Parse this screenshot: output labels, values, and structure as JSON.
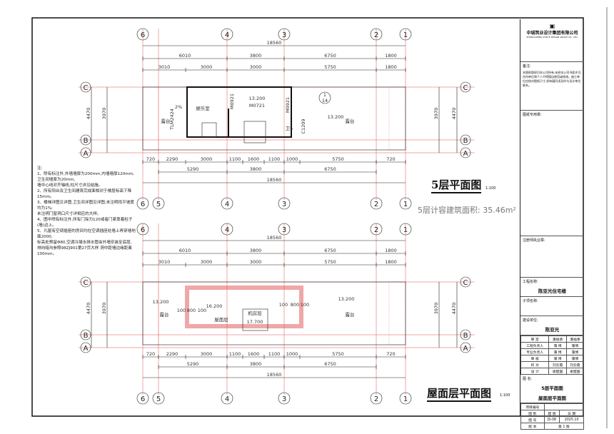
{
  "axes_vertical": [
    "6",
    "5",
    "4",
    "3",
    "2",
    "1"
  ],
  "axes_horizontal": [
    "C",
    "B",
    "A"
  ],
  "dims": {
    "total": "18560",
    "top_row1": [
      "6010",
      "3800",
      "6750",
      "1800"
    ],
    "top_row2": [
      "3010",
      "3000",
      "3000",
      "5750",
      "1800"
    ],
    "bottom_row1": [
      "720",
      "2290",
      "3000",
      "1100",
      "1600",
      "1100",
      "1000",
      "5750",
      "720"
    ],
    "bottom_row2": [
      "5290",
      "3800",
      "6750"
    ],
    "left": [
      "4470",
      "3970",
      "100",
      "100",
      "100",
      "100",
      "720",
      "100"
    ]
  },
  "plan5": {
    "title": "5层平面图",
    "scale": "1:100",
    "area": "5层计容建筑面积: 35.46m²",
    "rooms": [
      "娱乐室",
      "露台",
      "露台",
      "卫5"
    ],
    "elevations": [
      "13.200",
      "13.200"
    ],
    "doors": [
      "M0921",
      "M0721",
      "M0921",
      "C1209",
      "TLM2424"
    ],
    "slope": "2%",
    "index": [
      "1",
      "14"
    ]
  },
  "planroof": {
    "title": "屋面层平面图",
    "scale": "1:100",
    "rooms": [
      "露台",
      "屋面层",
      "机房层",
      "露台"
    ],
    "elevations": [
      "13.200",
      "16.200",
      "17.700",
      "13.200"
    ],
    "dims": [
      "100",
      "800",
      "100"
    ]
  },
  "notes": {
    "heading": "注:",
    "lines": [
      "1、除有标注外,外墙墙厚为200mm,内墙墙厚120mm,卫生间墙厚为20mm,",
      "墙中心线对齐轴线,柱尺寸详见结施。",
      "2、所有阳台及卫生间建筑完成面相对于楼层标高下降15mm。",
      "3、楼梯详图见详图,卫生间详图见详图;未注明找平坡度均为1%;",
      "未注明门窗洞口尺寸详相应的大样。",
      "4、图中除有标注外,所有门垛为120或者门紧靠着柱子(墙)边上。",
      "5、凡屋有空调插座的房间均在空调插座处墙上再穿墙地面2000,",
      "标高处预留Φ80,空调冷凝水排水管由外墙安装至底层,",
      "排向暗沟参照98ZJ901第27页大样 洞中距墙边缘距离100mm。"
    ]
  },
  "title_block": {
    "company": "中城筑业设计集团有限公司",
    "company_en": "ZHONGCHENG ZHUYE DESIGN GROUP CO., LTD.",
    "remark_label": "备注:",
    "remark": "本图纸版权归本公司所有,未经本公司书面许可,任何单位和个人不得擅自使用或修改。施工单位应核对图纸尺寸,如有疑问须及时与设计单位联系。",
    "seal_label": "图纸专用章:",
    "reg_label": "注册师执业章:",
    "project_label": "工程名称:",
    "project": "陈亚光住宅楼",
    "sub_label": "子项名称:",
    "client_label": "建设单位:",
    "client": "陈亚光",
    "signatures": [
      [
        "审 定",
        "潘福承",
        "潘福承"
      ],
      [
        "工程负责人",
        "蒲 博",
        "蒲博"
      ],
      [
        "专业负责人",
        "蒲 博",
        "蒲博"
      ],
      [
        "审 核",
        "蒲 博",
        "蒲博"
      ],
      [
        "校 对",
        "刘云霞",
        "刘云霞"
      ],
      [
        "设 计",
        "谢建国",
        "谢建国"
      ]
    ],
    "drawing_label": "图 名:",
    "drawing_names": [
      "5层平面图",
      "屋面层平面图"
    ],
    "project_no_label": "项目编号",
    "category_label": "图 别",
    "category": "建 施",
    "date_label": "日 期",
    "number_label": "图 号",
    "number": "JS-08",
    "date": "2025.10",
    "version_label": "版 本",
    "version": "第 1 版"
  }
}
